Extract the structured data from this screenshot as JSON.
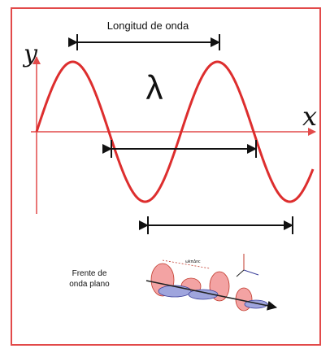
{
  "diagram": {
    "wavelength_label": "Longitud de onda",
    "lambda_symbol": "λ",
    "y_axis_letter": "y",
    "x_axis_letter": "x",
    "inset_caption_line1": "Frente de",
    "inset_caption_line2": "onda plano",
    "inset_small_label": "ωkπΔnc"
  },
  "colors": {
    "border": "#e24a4a",
    "wave": "#dd2e2e",
    "axis": "#e24a4a",
    "arrow": "#111111",
    "inset_red_lobe": "#f3a3a3",
    "inset_blue_lobe": "#9fa5dd"
  }
}
